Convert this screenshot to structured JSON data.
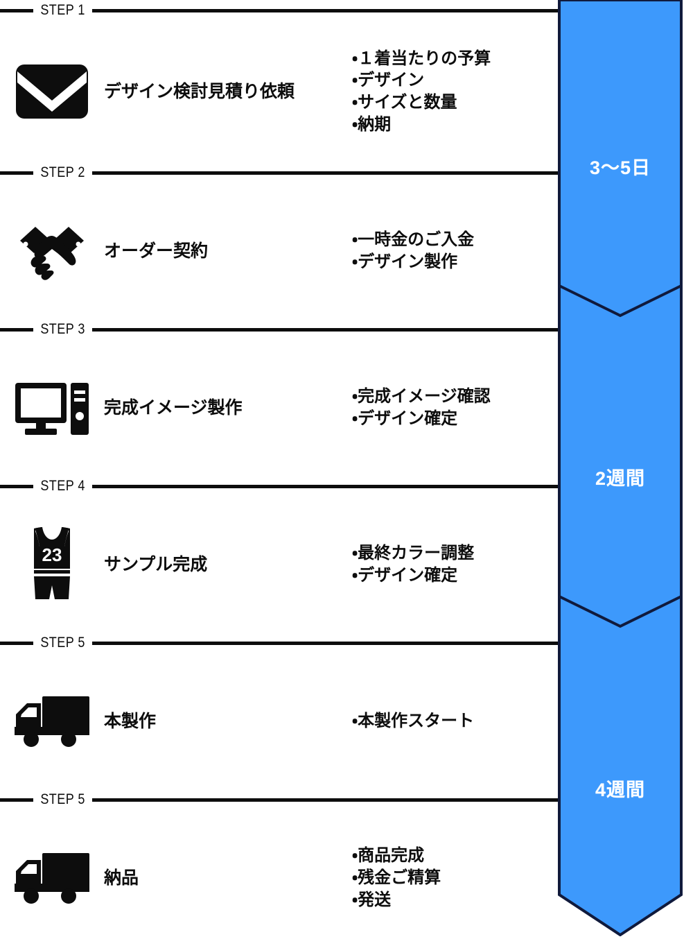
{
  "colors": {
    "ribbon_blue": "#3d99fc",
    "ribbon_outline": "#101a3c",
    "ink": "#0d0d0d",
    "page_bg": "#ffffff",
    "label_text": "#ffffff"
  },
  "steps": [
    {
      "tag": "STEP 1",
      "icon": "envelope-icon",
      "title": "デザイン検討見積り依頼",
      "bullets": [
        "・１着当たりの予算",
        "・デザイン",
        "・サイズと数量",
        "・納期"
      ]
    },
    {
      "tag": "STEP 2",
      "icon": "handshake-icon",
      "title": "オーダー契約",
      "bullets": [
        "・一時金のご入金",
        "・デザイン製作"
      ]
    },
    {
      "tag": "STEP 3",
      "icon": "desktop-computer-icon",
      "title": "完成イメージ製作",
      "bullets": [
        "・完成イメージ確認",
        "・デザイン確定"
      ]
    },
    {
      "tag": "STEP 4",
      "icon": "jersey-icon",
      "title": "サンプル完成",
      "bullets": [
        "・最終カラー調整",
        "・デザイン確定"
      ]
    },
    {
      "tag": "STEP 5",
      "icon": "delivery-truck-icon",
      "title": "本製作",
      "bullets": [
        "・本製作スタート"
      ]
    },
    {
      "tag": "STEP 5",
      "icon": "delivery-truck-icon",
      "title": "納品",
      "bullets": [
        "・商品完成",
        "・残金ご精算",
        "・発送"
      ]
    }
  ],
  "jersey": {
    "number": "23"
  },
  "ribbon": {
    "durations": [
      "3～5日",
      "2週間",
      "4週間"
    ]
  }
}
